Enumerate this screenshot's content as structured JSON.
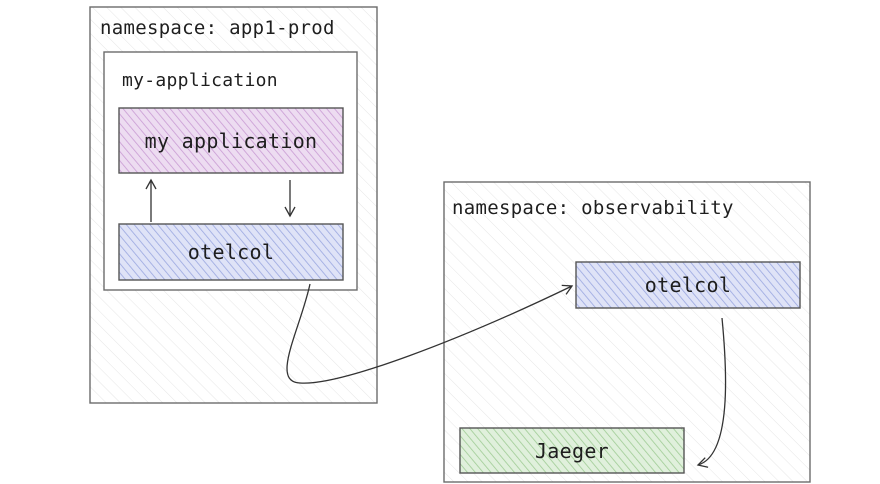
{
  "namespaces": {
    "app": {
      "label": "namespace: app1-prod"
    },
    "observability": {
      "label": "namespace: observability"
    }
  },
  "pod": {
    "label": "my-application"
  },
  "boxes": {
    "my_application": {
      "label": "my application",
      "color": "#e0bfe8"
    },
    "otelcol_app": {
      "label": "otelcol",
      "color": "#c5cdf0"
    },
    "otelcol_obs": {
      "label": "otelcol",
      "color": "#c5cdf0"
    },
    "jaeger": {
      "label": "Jaeger",
      "color": "#c7e3c2"
    }
  }
}
